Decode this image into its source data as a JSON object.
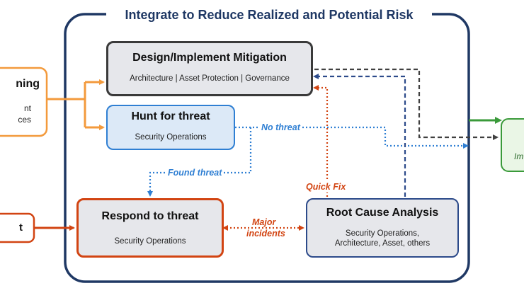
{
  "title": "Integrate to Reduce Realized and Potential Risk",
  "left_boxes": {
    "planning": {
      "title": "ning",
      "line1": "nt",
      "line2": "ces"
    },
    "incident_fragment": {
      "text": "t"
    }
  },
  "right_box": {
    "text": "Im"
  },
  "boxes": {
    "design": {
      "title": "Design/Implement Mitigation",
      "subtitle": "Architecture | Asset Protection | Governance"
    },
    "hunt": {
      "title": "Hunt for threat",
      "subtitle": "Security Operations"
    },
    "respond": {
      "title": "Respond to threat",
      "subtitle": "Security Operations"
    },
    "rca": {
      "title": "Root Cause Analysis",
      "subtitle_line1": "Security Operations,",
      "subtitle_line2": "Architecture, Asset, others"
    }
  },
  "labels": {
    "no_threat": "No threat",
    "found_threat": "Found threat",
    "quick_fix": "Quick Fix",
    "major_incidents_1": "Major",
    "major_incidents_2": "incidents"
  },
  "colors": {
    "frame": "#1f3864",
    "orange": "#f39a3c",
    "blue": "#2f7fd3",
    "red": "#d24412",
    "navy": "#2c4a8a",
    "dark": "#404040",
    "green": "#3a9a3a"
  }
}
